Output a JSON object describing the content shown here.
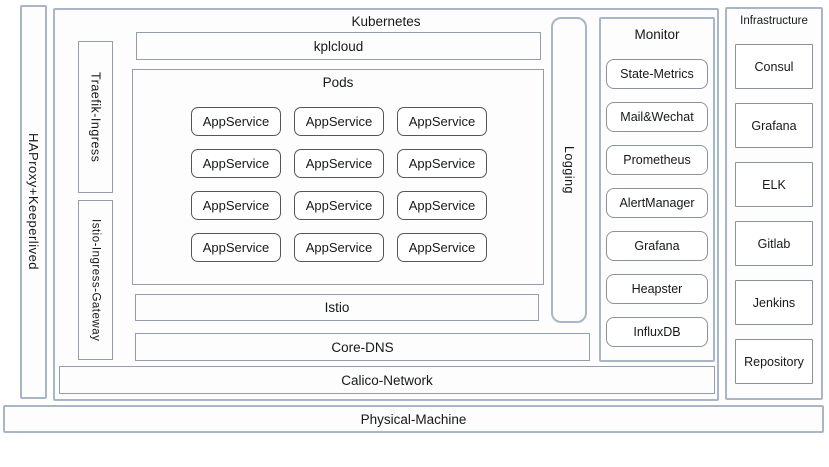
{
  "diagram": {
    "haproxy_label": "HAProxy+Keeperlived",
    "kubernetes": {
      "title": "Kubernetes",
      "kplcloud_label": "kplcloud",
      "traefik_label": "Traefik-Ingress",
      "istio_gateway_label": "Istio-Ingress-Gateway",
      "logging_label": "Logging",
      "pods": {
        "title": "Pods",
        "app_services": [
          "AppService",
          "AppService",
          "AppService",
          "AppService",
          "AppService",
          "AppService",
          "AppService",
          "AppService",
          "AppService",
          "AppService",
          "AppService",
          "AppService"
        ]
      },
      "istio_label": "Istio",
      "core_dns_label": "Core-DNS",
      "calico_label": "Calico-Network",
      "monitor": {
        "title": "Monitor",
        "items": [
          "State-Metrics",
          "Mail&Wechat",
          "Prometheus",
          "AlertManager",
          "Grafana",
          "Heapster",
          "InfluxDB"
        ]
      }
    },
    "infrastructure": {
      "title": "Infrastructure",
      "items": [
        "Consul",
        "Grafana",
        "ELK",
        "Gitlab",
        "Jenkins",
        "Repository"
      ]
    },
    "physical_label": "Physical-Machine",
    "colors": {
      "container_border": "#a9b6c8",
      "bar_border": "#939dab",
      "item_border": "#8b929c",
      "app_service_border": "#53575d",
      "text": "#16181b",
      "background": "#ffffff"
    }
  }
}
